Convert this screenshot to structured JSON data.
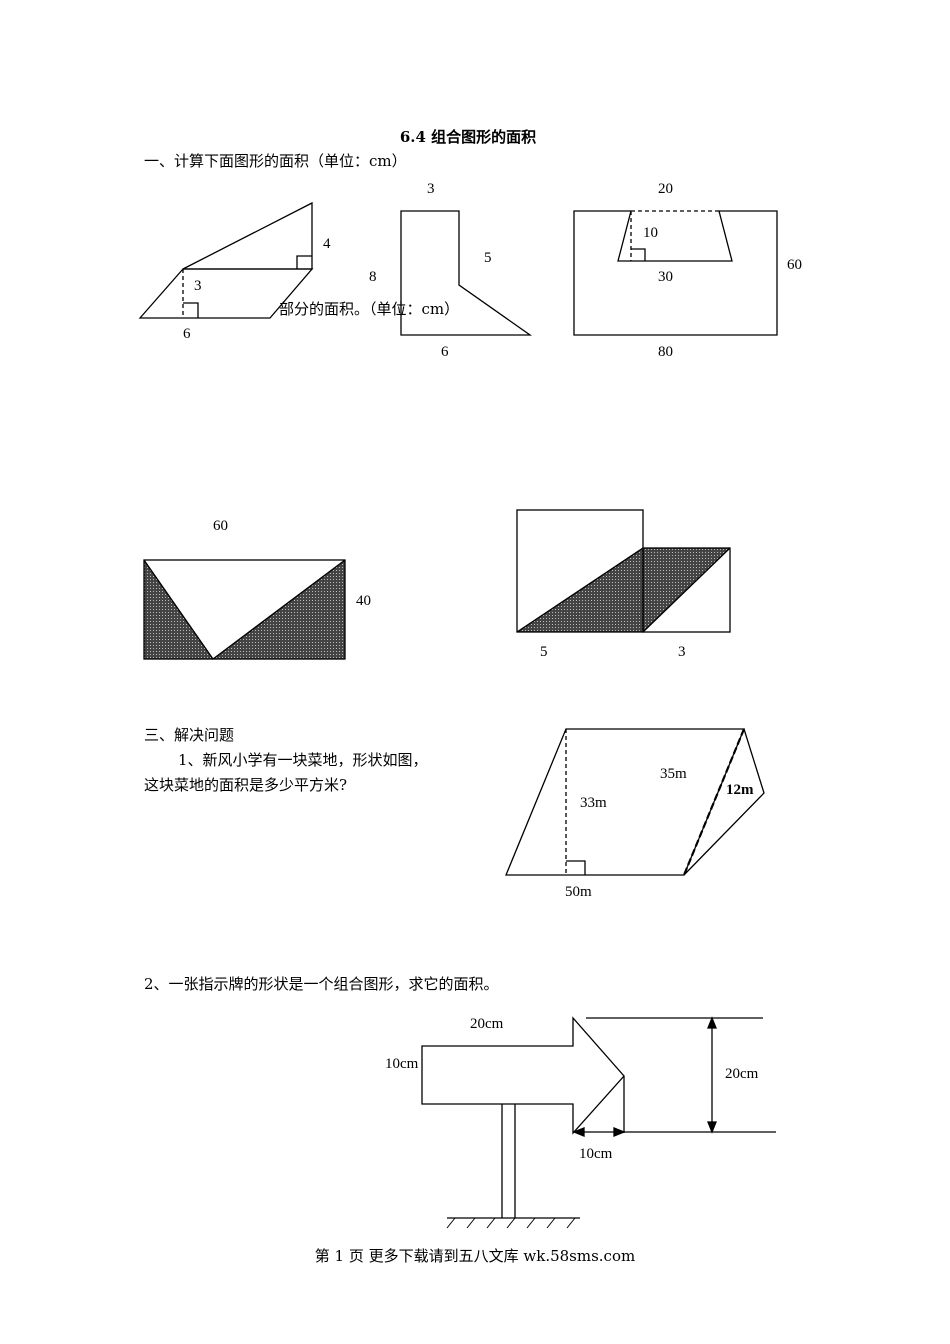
{
  "title": "6.4 组合图形的面积",
  "section1": {
    "heading": "一、计算下面图形的面积（单位：cm）"
  },
  "fig1": {
    "top_height": "4",
    "height": "3",
    "base": "6"
  },
  "fig2": {
    "top": "3",
    "left": "8",
    "slant": "5",
    "bottom": "6"
  },
  "fig3": {
    "top": "20",
    "height_notch": "10",
    "bottom_notch": "30",
    "right": "60",
    "bottom": "80"
  },
  "section2": {
    "heading_visible": "部分的面积。（单位：cm）"
  },
  "fig4": {
    "width": "60",
    "height": "40"
  },
  "fig5": {
    "left": "5",
    "right": "3"
  },
  "section3": {
    "heading": "三、解决问题",
    "q1_line1": "1、新风小学有一块菜地，形状如图，",
    "q1_line2": "这块菜地的面积是多少平方米?",
    "q2": "2、一张指示牌的形状是一个组合图形，求它的面积。"
  },
  "fig6": {
    "slant": "35m",
    "height": "33m",
    "tri_height": "12m",
    "base": "50m"
  },
  "fig7": {
    "top_width": "20cm",
    "rect_height": "10cm",
    "arrow_height": "20cm",
    "arrow_width": "10cm"
  },
  "footer": "第 1 页 更多下载请到五八文库 wk.58sms.com"
}
